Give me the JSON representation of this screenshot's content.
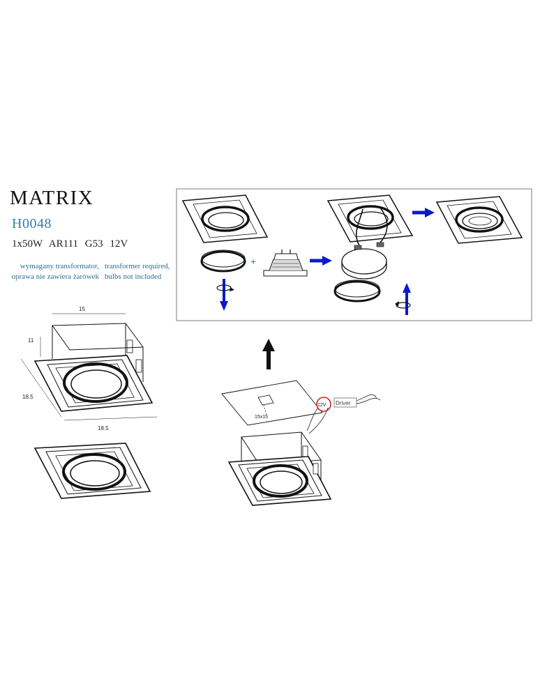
{
  "product": {
    "name": "MATRIX",
    "code": "H0048",
    "specs": "1x50W  AR111  G53  12V"
  },
  "notes": {
    "pl_line1": "wymagany transformator,",
    "pl_line2": "oprawa nie zawiera żarówek",
    "en_line1": "transformer required,",
    "en_line2": "bulbs not included"
  },
  "dimensions": {
    "width": "15",
    "height": "11",
    "side": "18.5",
    "front": "18.5"
  },
  "install": {
    "cutout": "15x15",
    "voltage": "12V",
    "driver": "Driver"
  },
  "colors": {
    "accent_text": "#2e7fa8",
    "arrow_blue": "#0a1acc",
    "badge_red": "#cc2222"
  }
}
